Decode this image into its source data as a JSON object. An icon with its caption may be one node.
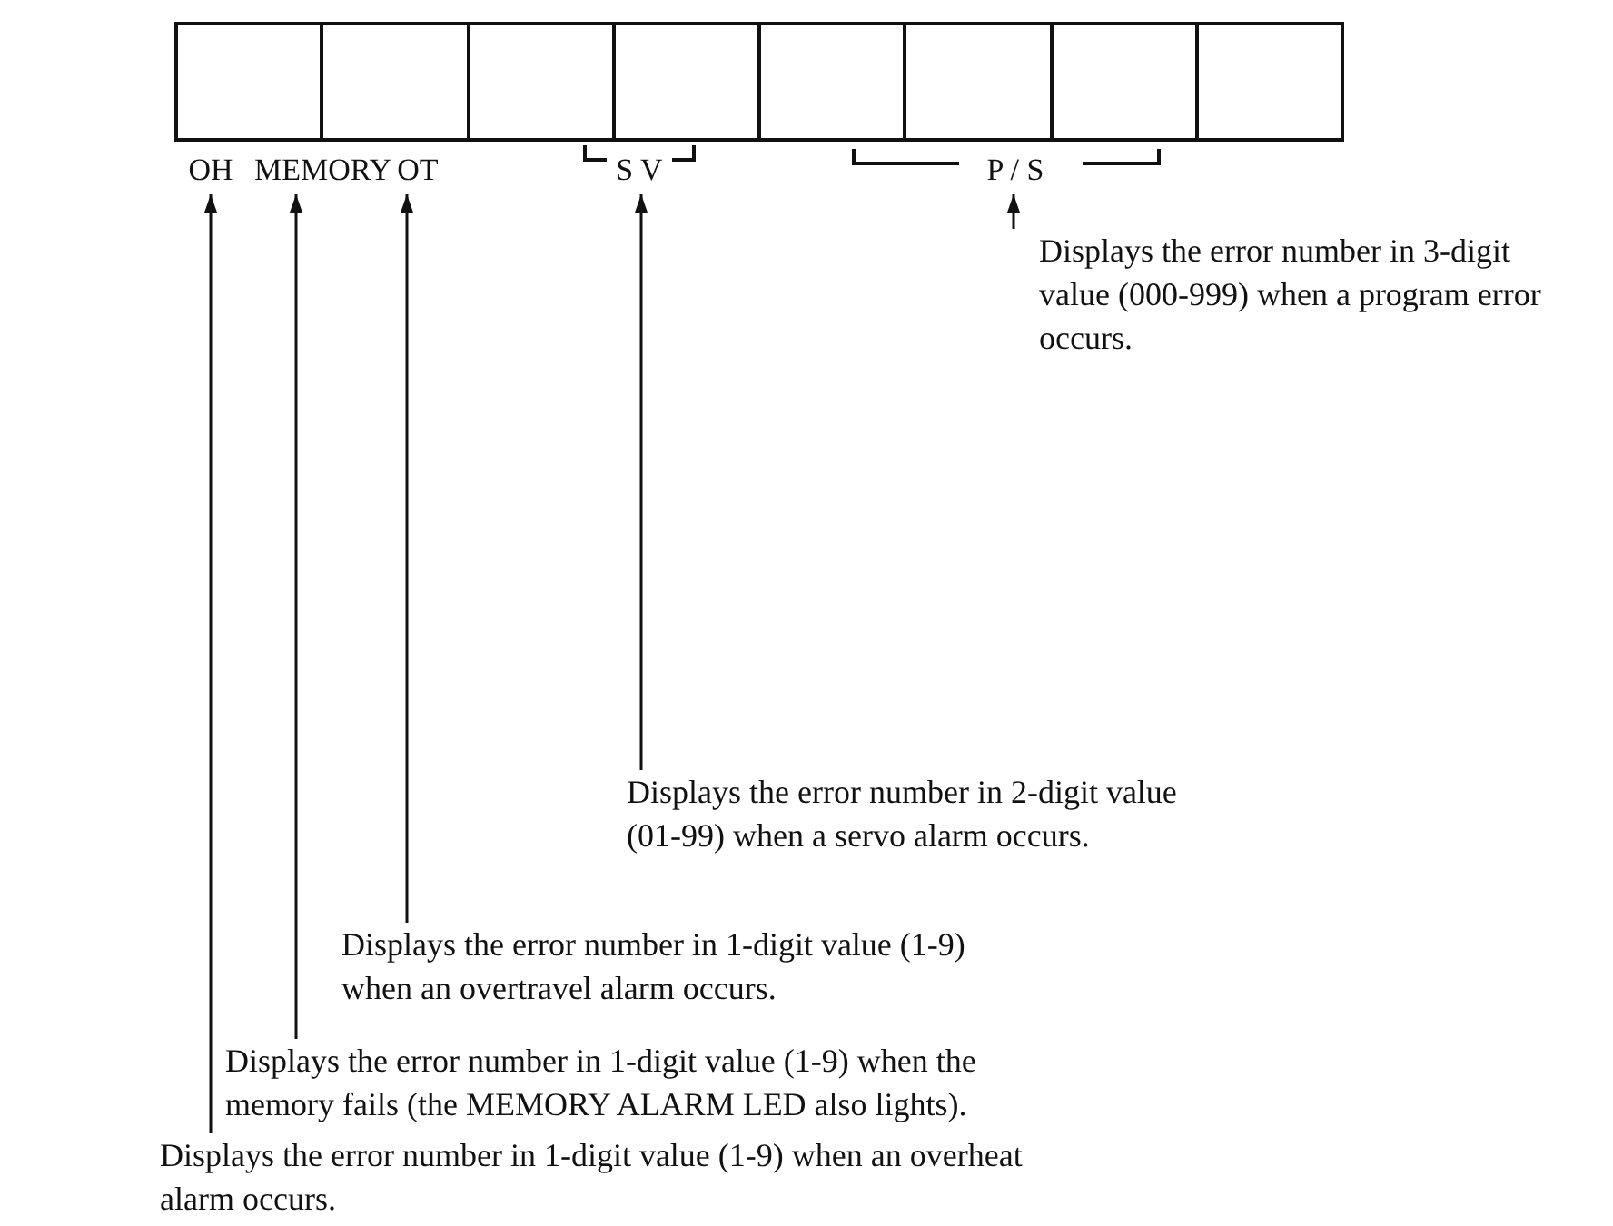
{
  "diagram": {
    "nodes": [
      {
        "text": [],
        "shape": "box"
      },
      {
        "text": [],
        "shape": "box"
      },
      {
        "text": [],
        "shape": "box"
      },
      {
        "text": [],
        "shape": "box"
      },
      {
        "text": [],
        "shape": "box"
      },
      {
        "text": [],
        "shape": "box"
      },
      {
        "text": [],
        "shape": "box"
      },
      {
        "text": [],
        "shape": "box"
      },
      {
        "text": [
          "OH"
        ]
      },
      {
        "text": [
          "MEMORY"
        ]
      },
      {
        "text": [
          "OT"
        ]
      },
      {
        "text": [
          "S V"
        ]
      },
      {
        "text": [
          "P / S"
        ]
      },
      {
        "text": [
          "Displays the error number in 3-digit value (000-999) when a program error occurs."
        ]
      },
      {
        "text": [
          "Displays the error number in 2-digit value (01-99) when a servo alarm occurs."
        ]
      },
      {
        "text": [
          "Displays the error number in 1-digit value (1-9) when an overtravel alarm occurs."
        ]
      },
      {
        "text": [
          "Displays the error number in 1-digit value (1-9) when the memory fails (the MEMORY ALARM LED also lights)."
        ]
      },
      {
        "text": [
          "Displays the error number in 1-digit value (1-9) when an overheat alarm occurs."
        ]
      }
    ],
    "edges": [
      {
        "from": 13,
        "to": 12,
        "arrow": "to"
      },
      {
        "from": 14,
        "to": 11,
        "arrow": "to"
      },
      {
        "from": 15,
        "to": 10,
        "arrow": "to"
      },
      {
        "from": 16,
        "to": 9,
        "arrow": "to"
      },
      {
        "from": 17,
        "to": 8,
        "arrow": "to"
      }
    ]
  }
}
